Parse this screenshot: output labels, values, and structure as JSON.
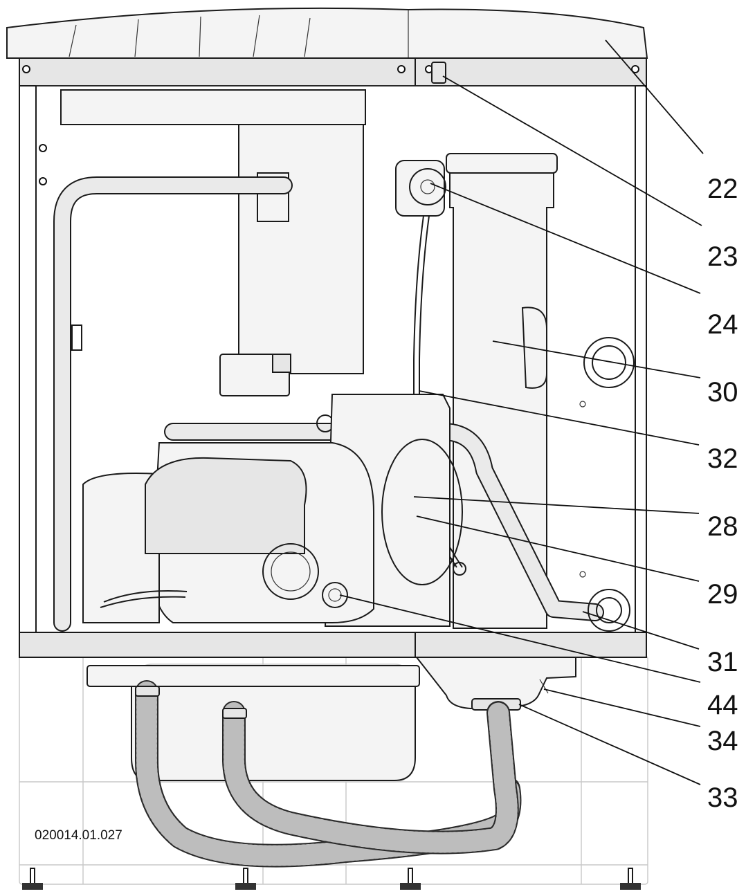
{
  "figure_code": "020014.01.027",
  "callouts": [
    {
      "id": "22",
      "label": "22"
    },
    {
      "id": "23",
      "label": "23"
    },
    {
      "id": "24",
      "label": "24"
    },
    {
      "id": "30",
      "label": "30"
    },
    {
      "id": "32",
      "label": "32"
    },
    {
      "id": "28",
      "label": "28"
    },
    {
      "id": "29",
      "label": "29"
    },
    {
      "id": "31",
      "label": "31"
    },
    {
      "id": "44",
      "label": "44"
    },
    {
      "id": "34",
      "label": "34"
    },
    {
      "id": "33",
      "label": "33"
    }
  ]
}
